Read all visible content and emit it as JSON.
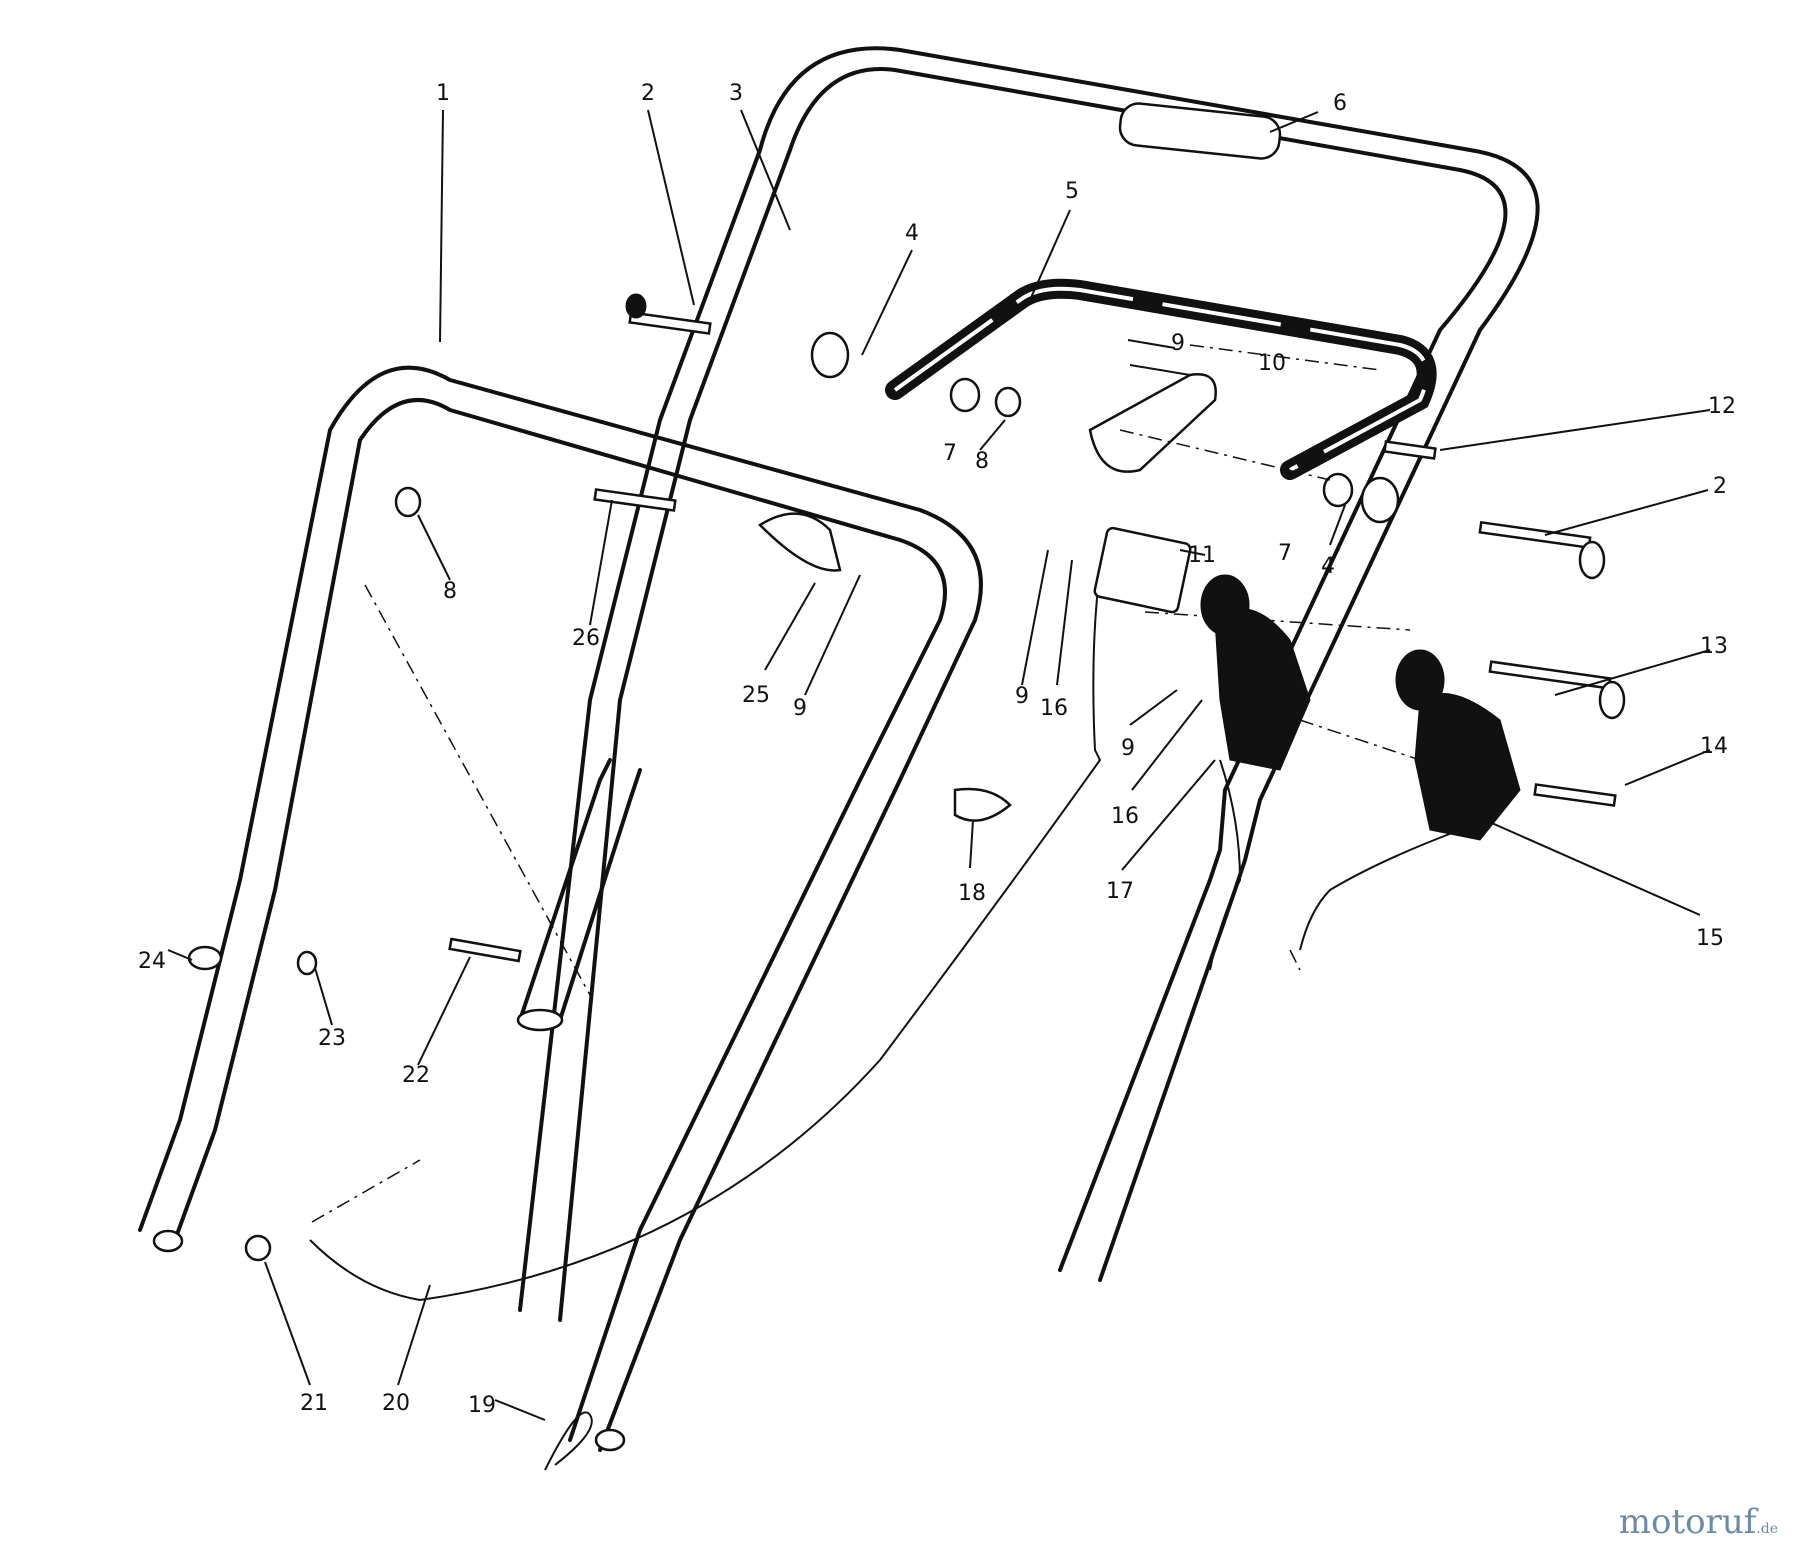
{
  "callouts": {
    "c1": "1",
    "c2a": "2",
    "c2b": "2",
    "c3": "3",
    "c4a": "4",
    "c4b": "4",
    "c5": "5",
    "c6": "6",
    "c7a": "7",
    "c7b": "7",
    "c8a": "8",
    "c8b": "8",
    "c9a": "9",
    "c9b": "9",
    "c9c": "9",
    "c9d": "9",
    "c10": "10",
    "c11": "11",
    "c12": "12",
    "c13": "13",
    "c14": "14",
    "c15": "15",
    "c16a": "16",
    "c16b": "16",
    "c17": "17",
    "c18": "18",
    "c19": "19",
    "c20": "20",
    "c21": "21",
    "c22": "22",
    "c23": "23",
    "c24": "24",
    "c25": "25",
    "c26": "26"
  },
  "watermark": {
    "brand": "motoruf",
    "suffix": ".de"
  }
}
